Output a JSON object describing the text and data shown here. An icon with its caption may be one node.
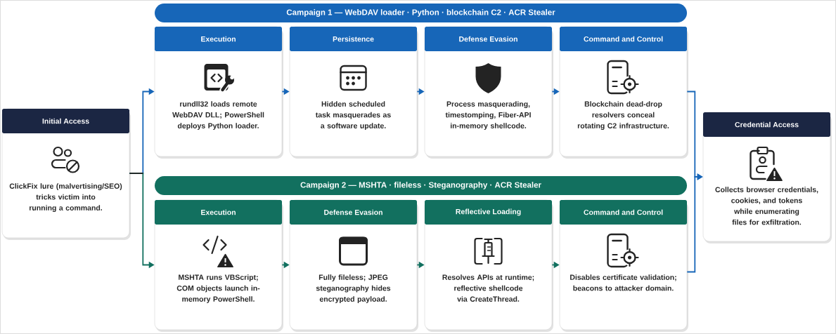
{
  "diagram": {
    "nodes": [
      {
        "text": [
          "Initial Access",
          "ClickFix lure (malvertising/SEO) tricks victim into running a command."
        ]
      },
      {
        "text": [
          "Campaign 1 — WebDAV loader · Python · blockchain C2 · ACR Stealer"
        ]
      },
      {
        "text": [
          "Execution",
          "rundll32 loads remote WebDAV DLL; PowerShell deploys Python loader."
        ]
      },
      {
        "text": [
          "Persistence",
          "Hidden scheduled task masquerades as a software update."
        ]
      },
      {
        "text": [
          "Defense Evasion",
          "Process masquerading, timestomping, Fiber-API in-memory shellcode."
        ]
      },
      {
        "text": [
          "Command and Control",
          "Blockchain dead-drop resolvers conceal rotating C2 infrastructure."
        ]
      },
      {
        "text": [
          "Campaign 2 — MSHTA · fileless · Steganography · ACR Stealer"
        ]
      },
      {
        "text": [
          "Execution",
          "MSHTA runs VBScript; COM objects launch in-memory PowerShell."
        ]
      },
      {
        "text": [
          "Defense Evasion",
          "Fully fileless; JPEG steganography hides encrypted payload."
        ]
      },
      {
        "text": [
          "Reflective Loading",
          "Resolves APIs at runtime; reflective shellcode via CreateThread."
        ]
      },
      {
        "text": [
          "Command and Control",
          "Disables certificate validation; beacons to attacker domain."
        ]
      },
      {
        "text": [
          "Credential Access",
          "Collects browser credentials, cookies, and tokens while enumerating files for exfiltration."
        ]
      }
    ],
    "edges": [
      {
        "from": 0,
        "to": 2,
        "arrow": "to"
      },
      {
        "from": 0,
        "to": 7,
        "arrow": "to",
        "color": "#12705f"
      },
      {
        "from": 2,
        "to": 3,
        "arrow": "to"
      },
      {
        "from": 3,
        "to": 4,
        "arrow": "to"
      },
      {
        "from": 4,
        "to": 5,
        "arrow": "to"
      },
      {
        "from": 7,
        "to": 8,
        "arrow": "to",
        "color": "#12705f"
      },
      {
        "from": 8,
        "to": 9,
        "arrow": "to",
        "color": "#12705f"
      },
      {
        "from": 9,
        "to": 10,
        "arrow": "to",
        "color": "#12705f"
      },
      {
        "from": 5,
        "to": 11,
        "arrow": "to"
      },
      {
        "from": 10,
        "to": 11,
        "arrow": "to"
      }
    ]
  }
}
